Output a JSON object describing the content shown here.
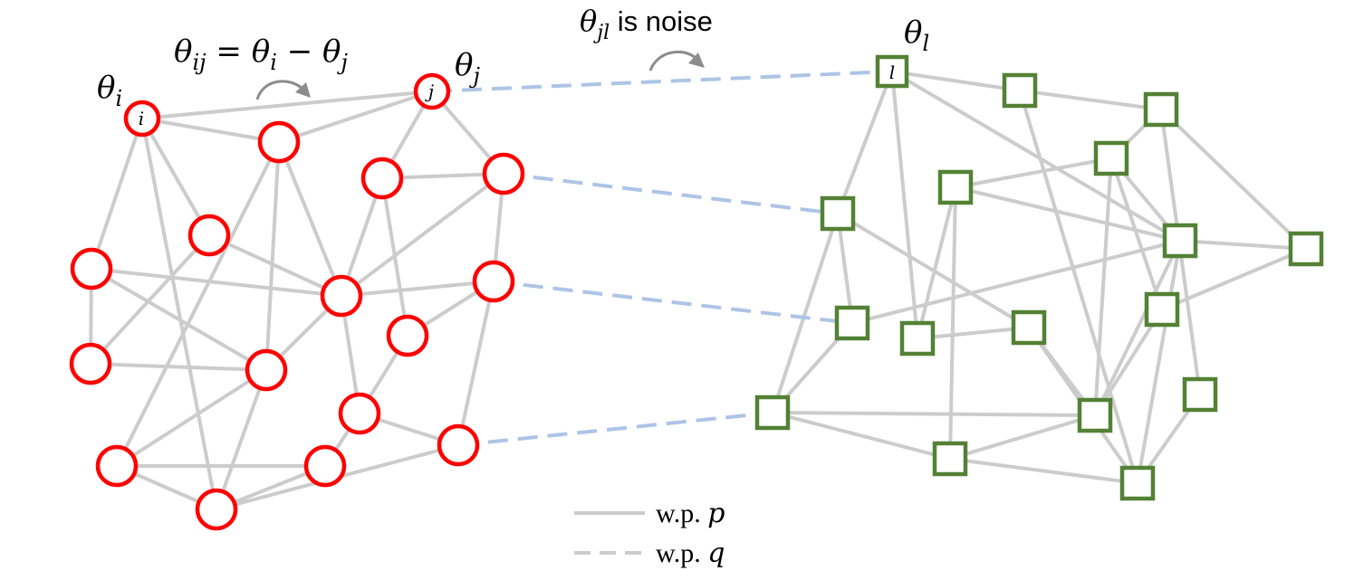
{
  "labels": {
    "theta_i": "θ",
    "theta_i_sub": "i",
    "theta_j": "θ",
    "theta_j_sub": "j",
    "theta_l": "θ",
    "theta_l_sub": "l",
    "node_i": "i",
    "node_j": "j",
    "node_l": "l",
    "eq_lhs": "θ",
    "eq_lhs_sub": "ij",
    "eq_op": " = ",
    "eq_t1": "θ",
    "eq_t1_sub": "i",
    "eq_minus": " − ",
    "eq_t2": "θ",
    "eq_t2_sub": "j",
    "noise_theta": "θ",
    "noise_sub": "jl",
    "noise_text": " is noise"
  },
  "legend": {
    "solid_prefix": "w.p. ",
    "solid_var": "p",
    "dashed_prefix": "w.p. ",
    "dashed_var": "q"
  },
  "colors": {
    "circle_stroke": "#ff0000",
    "square_stroke": "#538135",
    "edge": "#cccccc",
    "dashed_edge": "#adc4e6"
  }
}
